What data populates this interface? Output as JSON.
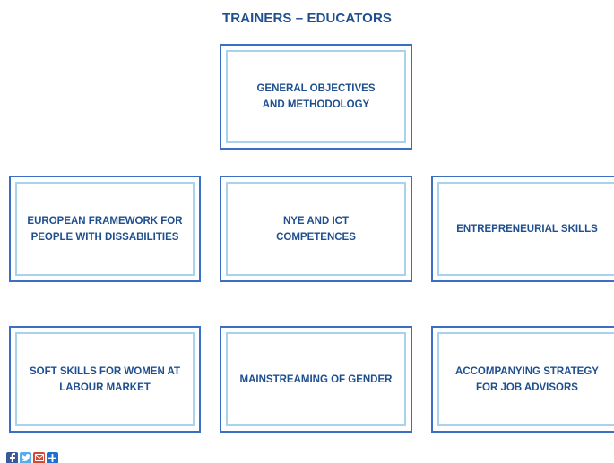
{
  "page": {
    "title": "TRAINERS – EDUCATORS"
  },
  "tiles": {
    "general": "GENERAL OBJECTIVES\nAND METHODOLOGY",
    "european": "EUROPEAN FRAMEWORK FOR\nPEOPLE WITH DISSABILITIES",
    "nye": "NYE AND ICT\nCOMPETENCES",
    "entrepreneurial": "ENTREPRENEURIAL SKILLS",
    "soft": "SOFT SKILLS FOR WOMEN AT\nLABOUR MARKET",
    "gender": "MAINSTREAMING OF GENDER",
    "accompanying": "ACCOMPANYING STRATEGY\nFOR JOB ADVISORS"
  },
  "share": {
    "items": [
      {
        "icon": "facebook-icon",
        "color": "#3b5998"
      },
      {
        "icon": "twitter-icon",
        "color": "#55acee"
      },
      {
        "icon": "email-icon",
        "color": "#d14836"
      },
      {
        "icon": "plus-icon",
        "color": "#1e6fd0"
      }
    ]
  },
  "colors": {
    "text": "#1f4f8f",
    "outer_border": "#3b6fc4",
    "inner_border": "#a9d3ec"
  }
}
